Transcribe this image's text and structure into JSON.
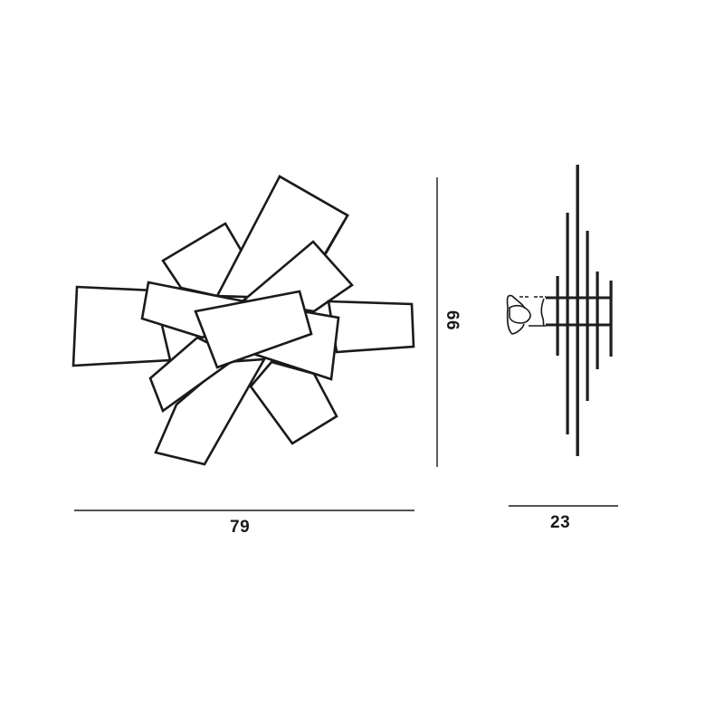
{
  "drawing": {
    "type": "dimensional technical drawing",
    "views": [
      "front view",
      "side view"
    ],
    "stroke_color": "#1a1a1a",
    "background": "#ffffff"
  },
  "dimensions": {
    "width": {
      "value": "79",
      "orientation": "horizontal"
    },
    "height": {
      "value": "66",
      "orientation": "vertical"
    },
    "depth": {
      "value": "23",
      "orientation": "horizontal"
    }
  },
  "front_view": {
    "panel_count": 11
  },
  "side_view": {
    "bar_count": 6,
    "rod_count": 2
  }
}
